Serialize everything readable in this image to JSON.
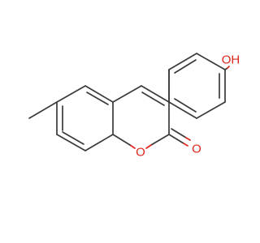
{
  "diagram": {
    "type": "skeletal-structure",
    "colors": {
      "bond": "#3a3a3a",
      "heteroatom_oxygen": "#e0251b",
      "background": "#ffffff"
    },
    "atom_labels": {
      "hydroxyl_oxygen": "OH",
      "ring_oxygen": "O",
      "carbonyl_oxygen": "O"
    }
  }
}
